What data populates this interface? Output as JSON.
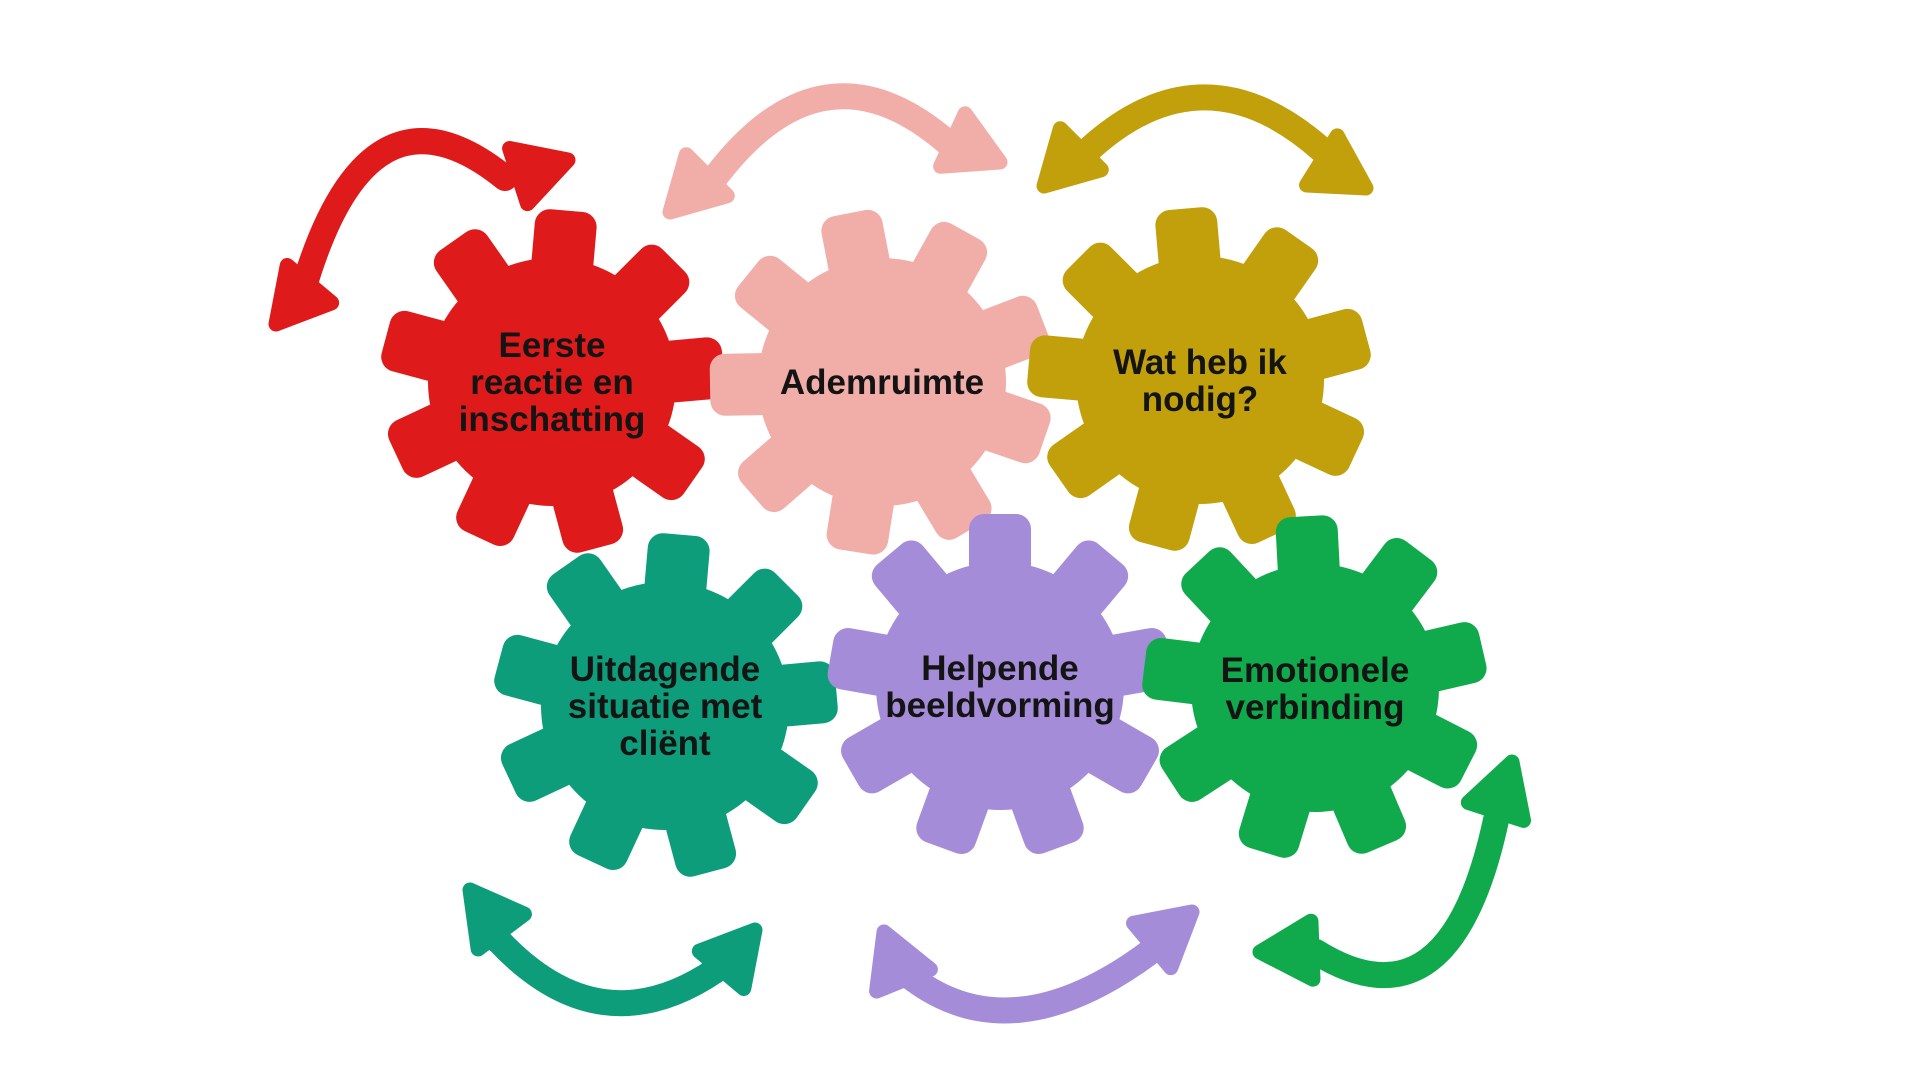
{
  "diagram": {
    "background_color": "#FFFFFF",
    "text_color": "#141414"
  },
  "gears": {
    "red": {
      "label": "Eerste reactie en inschatting",
      "lines": [
        "Eerste",
        "reactie en",
        "inschatting"
      ],
      "color": "#DE1A1B"
    },
    "pink": {
      "label": "Ademruimte",
      "lines": [
        "Ademruimte"
      ],
      "color": "#F1AEA9"
    },
    "olive": {
      "label": "Wat heb ik nodig?",
      "lines": [
        "Wat heb ik",
        "nodig?"
      ],
      "color": "#C1A00B"
    },
    "teal": {
      "label": "Uitdagende situatie met cliënt",
      "lines": [
        "Uitdagende",
        "situatie met",
        "cliënt"
      ],
      "color": "#0D9D7A"
    },
    "purple": {
      "label": "Helpende beeldvorming",
      "lines": [
        "Helpende",
        "beeldvorming"
      ],
      "color": "#A58CD9"
    },
    "green": {
      "label": "Emotionele verbinding",
      "lines": [
        "Emotionele",
        "verbinding"
      ],
      "color": "#10AA4D"
    }
  }
}
